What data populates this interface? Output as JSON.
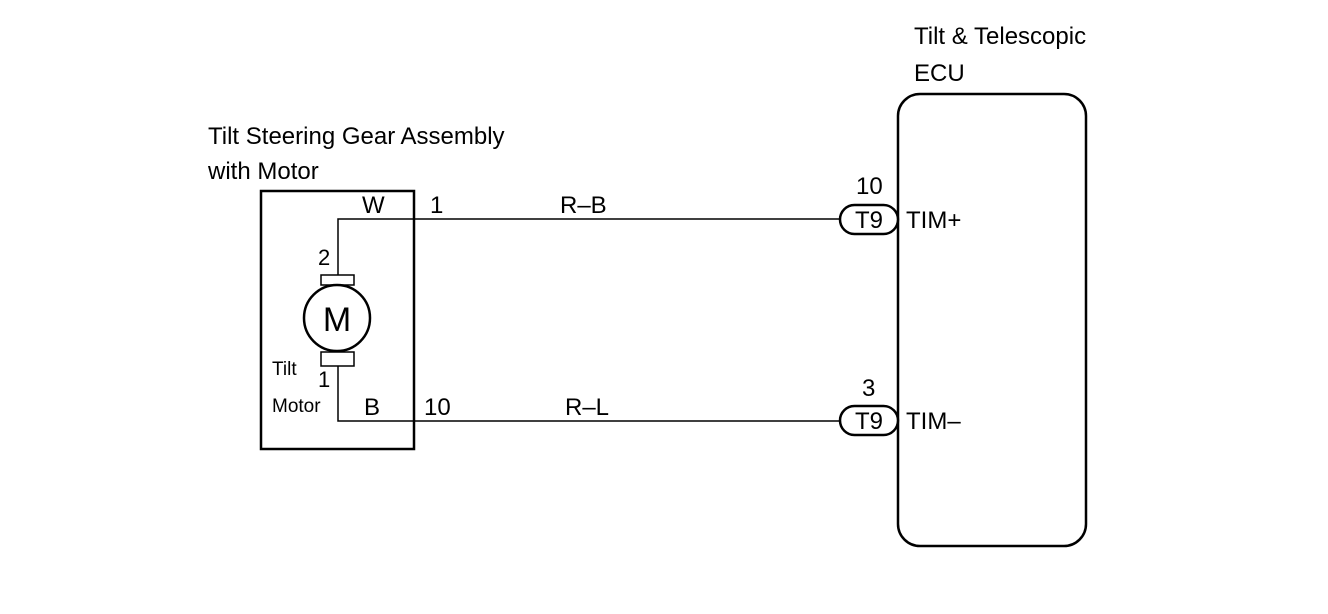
{
  "ecu": {
    "title_line1": "Tilt & Telescopic",
    "title_line2": "ECU",
    "terminal_top": "TIM+",
    "terminal_bottom": "TIM–"
  },
  "assembly": {
    "title_line1": "Tilt Steering Gear Assembly",
    "title_line2": "with Motor",
    "motor_symbol": "M",
    "motor_label_line1": "Tilt",
    "motor_label_line2": "Motor",
    "motor_pin_top": "2",
    "motor_pin_bottom": "1",
    "wire_color_top": "W",
    "wire_color_bottom": "B",
    "pin_top": "1",
    "pin_bottom": "10"
  },
  "wires": {
    "top_color": "R–B",
    "bottom_color": "R–L"
  },
  "connectors": {
    "top_id": "T9",
    "top_pin": "10",
    "bottom_id": "T9",
    "bottom_pin": "3"
  }
}
